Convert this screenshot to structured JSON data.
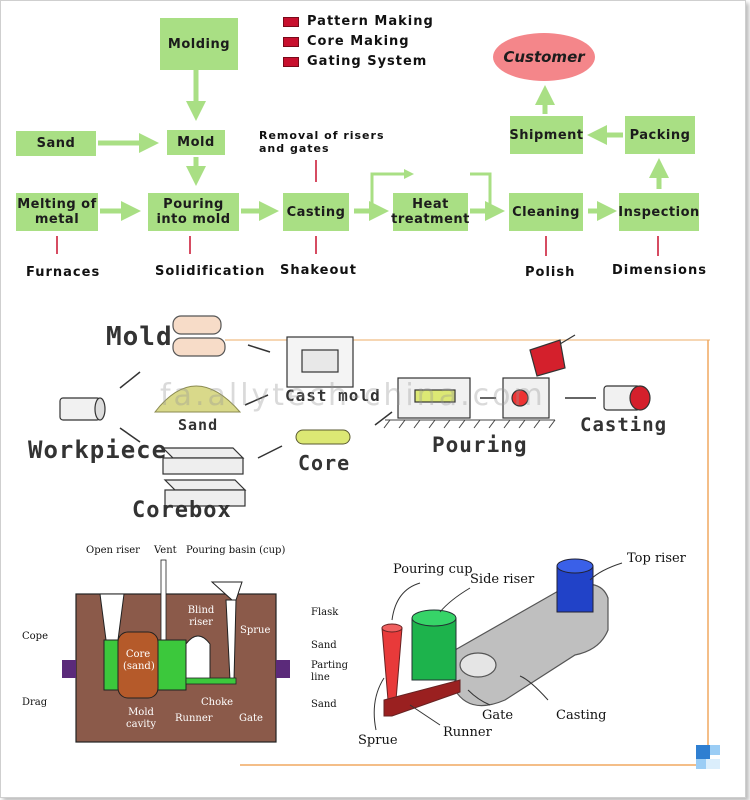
{
  "flowchart": {
    "legend": [
      "Pattern Making",
      "Core Making",
      "Gating System"
    ],
    "nodes": {
      "molding": "Molding",
      "sand": "Sand",
      "mold": "Mold",
      "melting": "Melting of metal",
      "pouring": "Pouring into mold",
      "casting": "Casting",
      "heat": "Heat treatment",
      "cleaning": "Cleaning",
      "inspection": "Inspection",
      "packing": "Packing",
      "shipment": "Shipment",
      "customer": "Customer"
    },
    "annotations": {
      "removal": "Removal of risers and gates",
      "furnaces": "Furnaces",
      "solidification": "Solidification",
      "shakeout": "Shakeout",
      "polish": "Polish",
      "dimensions": "Dimensions"
    }
  },
  "sketch": {
    "mold": "Mold",
    "sand": "Sand",
    "workpiece": "Workpiece",
    "core": "Core",
    "corebox": "Corebox",
    "cast_mold": "Cast mold",
    "pouring": "Pouring",
    "casting": "Casting"
  },
  "watermark": "fa.allytech-china.com",
  "mold_section": {
    "open_riser": "Open riser",
    "vent": "Vent",
    "pouring_basin": "Pouring basin (cup)",
    "blind_riser": "Blind riser",
    "sprue": "Sprue",
    "flask": "Flask",
    "cope": "Cope",
    "core_sand": "Core (sand)",
    "sand_top": "Sand",
    "parting_line": "Parting line",
    "drag": "Drag",
    "choke": "Choke",
    "mold_cavity": "Mold cavity",
    "runner": "Runner",
    "gate": "Gate",
    "sand_bottom": "Sand"
  },
  "gating_3d": {
    "pouring_cup": "Pouring cup",
    "side_riser": "Side riser",
    "top_riser": "Top riser",
    "gate": "Gate",
    "casting": "Casting",
    "runner": "Runner",
    "sprue": "Sprue"
  },
  "colors": {
    "box_green": "#a9df84",
    "arrow_green": "#a9df84",
    "legend_red": "#c8102e",
    "customer_pink": "#f4868a",
    "mold_brown": "#8b5a4a",
    "cavity_green": "#3cc83c"
  }
}
